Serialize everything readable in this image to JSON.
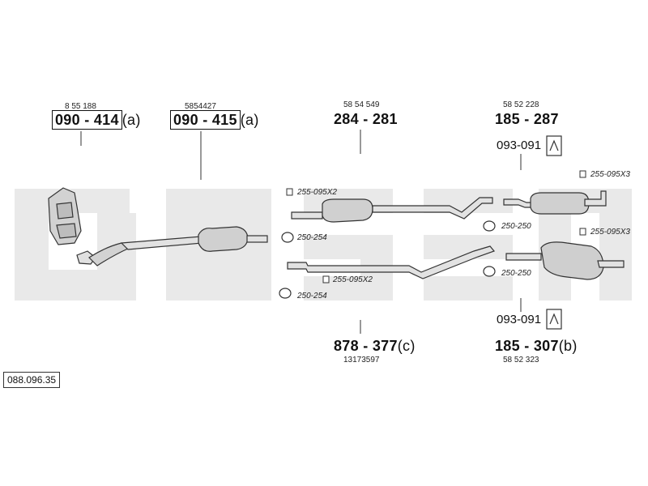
{
  "diagram": {
    "code": "088.096.35",
    "parts": [
      {
        "id": "p1",
        "ref": "8 55 188",
        "number": "090 - 414",
        "suffix": "(a)",
        "boxed": true
      },
      {
        "id": "p2",
        "ref": "5854427",
        "number": "090 - 415",
        "suffix": "(a)",
        "boxed": true
      },
      {
        "id": "p3",
        "ref": "58 54 549",
        "number": "284 - 281",
        "suffix": "",
        "boxed": false
      },
      {
        "id": "p4",
        "ref": "58 52 228",
        "number": "185 - 287",
        "suffix": "",
        "boxed": false
      },
      {
        "id": "p5",
        "ref": "13173597",
        "number": "878 - 377",
        "suffix": "(c)",
        "boxed": false
      },
      {
        "id": "p6",
        "ref": "58 52 323",
        "number": "185 - 307",
        "suffix": "(b)",
        "boxed": false
      }
    ],
    "hangers": [
      {
        "id": "h1",
        "number": "093-091"
      },
      {
        "id": "h2",
        "number": "093-091"
      }
    ],
    "accessories": [
      {
        "id": "a1",
        "label": "255-095X2"
      },
      {
        "id": "a2",
        "label": "250-254"
      },
      {
        "id": "a3",
        "label": "255-095X2"
      },
      {
        "id": "a4",
        "label": "250-254"
      },
      {
        "id": "a5",
        "label": "255-095X3"
      },
      {
        "id": "a6",
        "label": "250-250"
      },
      {
        "id": "a7",
        "label": "255-095X3"
      },
      {
        "id": "a8",
        "label": "250-250"
      }
    ],
    "colors": {
      "watermark": "#e9e9e9",
      "line": "#333333",
      "part": "#cfcfcf"
    }
  }
}
